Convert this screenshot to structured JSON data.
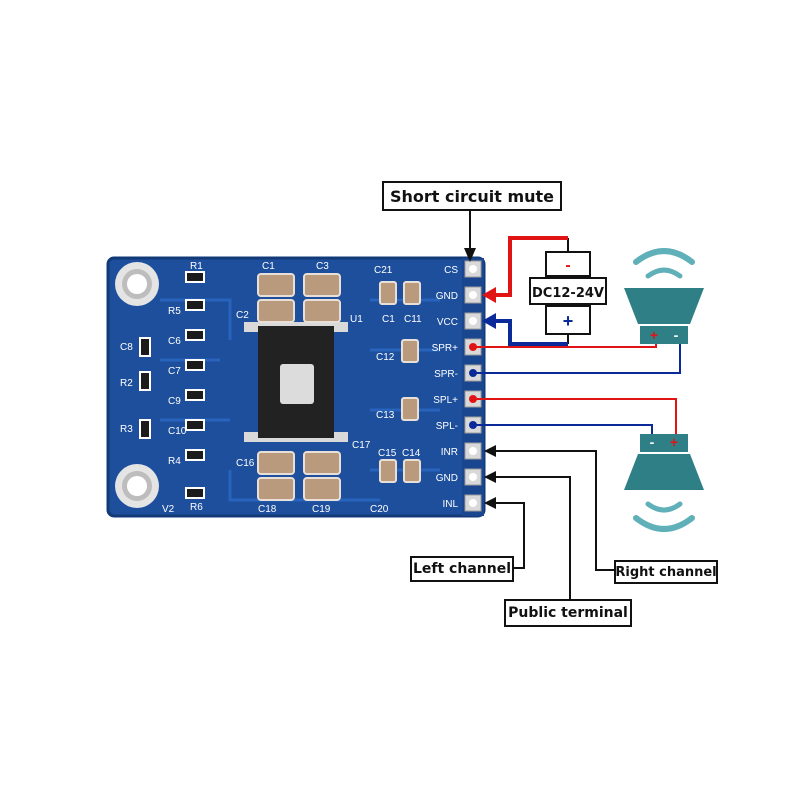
{
  "callouts": {
    "short_circuit_mute": "Short circuit mute",
    "left_channel": "Left channel",
    "public_terminal": "Public terminal",
    "right_channel": "Right channel"
  },
  "power_supply": {
    "label": "DC12-24V",
    "minus": "-",
    "plus": "+"
  },
  "speaker_right": {
    "plus": "+",
    "minus": "-"
  },
  "speaker_left": {
    "minus": "-",
    "plus": "+"
  },
  "pins": [
    "CS",
    "GND",
    "VCC",
    "SPR+",
    "SPR-",
    "SPL+",
    "SPL-",
    "INR",
    "GND",
    "INL"
  ],
  "board_silkscreen": {
    "top_row": [
      "R1",
      "C1",
      "C3",
      "C21"
    ],
    "mid_labels": [
      "C2",
      "C1",
      "C11",
      "C12",
      "C13",
      "C17",
      "C16",
      "C15",
      "C14"
    ],
    "left_column": [
      "C8",
      "R5",
      "C6",
      "C7",
      "C9",
      "C10",
      "R4",
      "R2",
      "R3",
      "R6"
    ],
    "bottom_row": [
      "V2",
      "C18",
      "C19",
      "C20"
    ],
    "u_label": "U1"
  },
  "colors": {
    "board": "#1d4f9c",
    "wire_positive": "#e01414",
    "wire_negative": "#0a2a9a",
    "speaker": "#2f7f86",
    "sound_wave": "#5fb0b8"
  }
}
